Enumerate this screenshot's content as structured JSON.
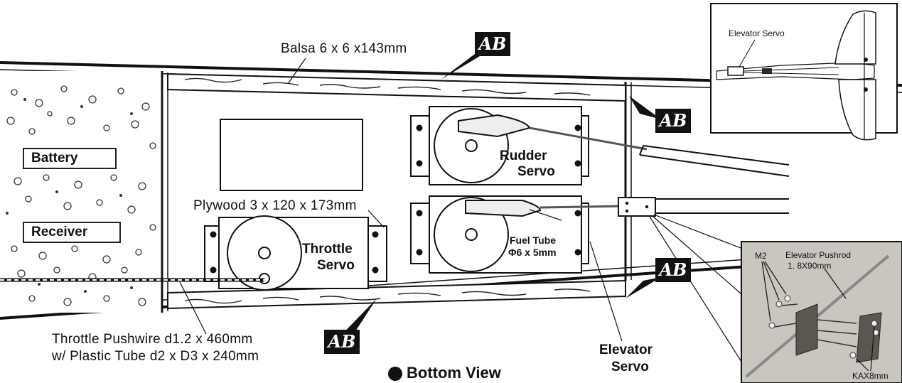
{
  "labels": {
    "balsa": "Balsa 6 x 6 x143mm",
    "plywood": "Plywood 3 x 120 x 173mm",
    "battery": "Battery",
    "receiver": "Receiver",
    "rudder_servo_l1": "Rudder",
    "rudder_servo_l2": "Servo",
    "throttle_servo_l1": "Throttle",
    "throttle_servo_l2": "Servo",
    "fuel_tube_l1": "Fuel Tube",
    "fuel_tube_l2": "Φ6 x 5mm",
    "pushwire_l1": "Throttle Pushwire d1.2 x 460mm",
    "pushwire_l2": "w/ Plastic Tube d2 x D3 x 240mm",
    "elevator_servo_l1": "Elevator",
    "elevator_servo_l2": "Servo",
    "view_title": "Bottom View",
    "ab_badge": "AB"
  },
  "inset": {
    "elevator_servo": "Elevator Servo"
  },
  "photo": {
    "pushrod_l1": "Elevator Pushrod",
    "pushrod_l2": "1. 8X90mm",
    "m2": "M2",
    "kax": "KAX8mm"
  },
  "colors": {
    "line": "#111111",
    "badge_bg": "#111111",
    "badge_text": "#ffffff",
    "photo_bg": "#c9c6bf"
  }
}
